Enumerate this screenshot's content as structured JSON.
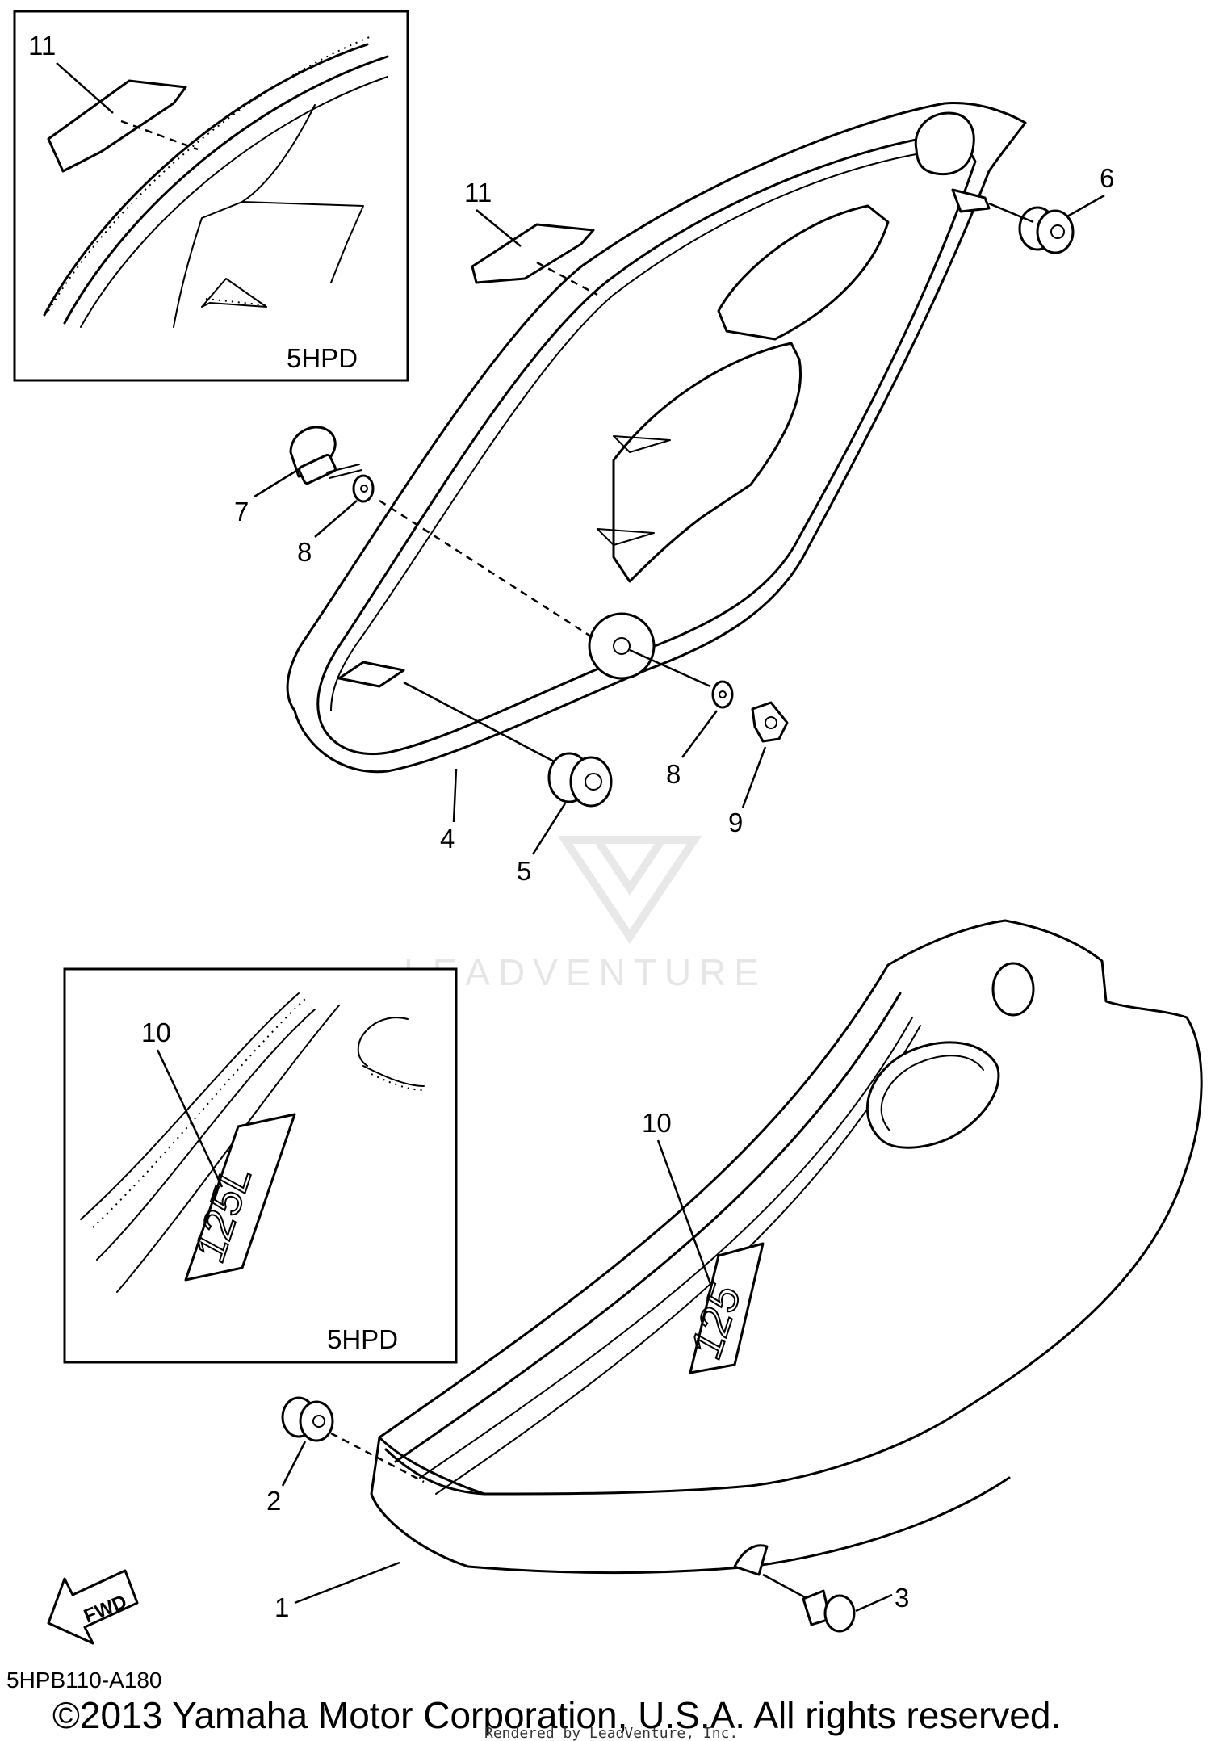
{
  "diagram": {
    "insets": [
      {
        "label": "5HPD"
      },
      {
        "label": "5HPD"
      }
    ],
    "callouts": {
      "c1": "1",
      "c2": "2",
      "c3": "3",
      "c4": "4",
      "c5": "5",
      "c6": "6",
      "c7": "7",
      "c8a": "8",
      "c8b": "8",
      "c9": "9",
      "c10a": "10",
      "c10b": "10",
      "c11a": "11",
      "c11b": "11"
    },
    "decals": {
      "inset_emblem": "125L",
      "cover_emblem": "125"
    },
    "fwd_arrow": "FWD",
    "diagram_code": "5HPB110-A180",
    "watermark": "LEADVENTURE",
    "copyright": "©2013 Yamaha Motor Corporation, U.S.A. All rights reserved.",
    "rendered_by": "Rendered by LeadVenture, Inc."
  }
}
